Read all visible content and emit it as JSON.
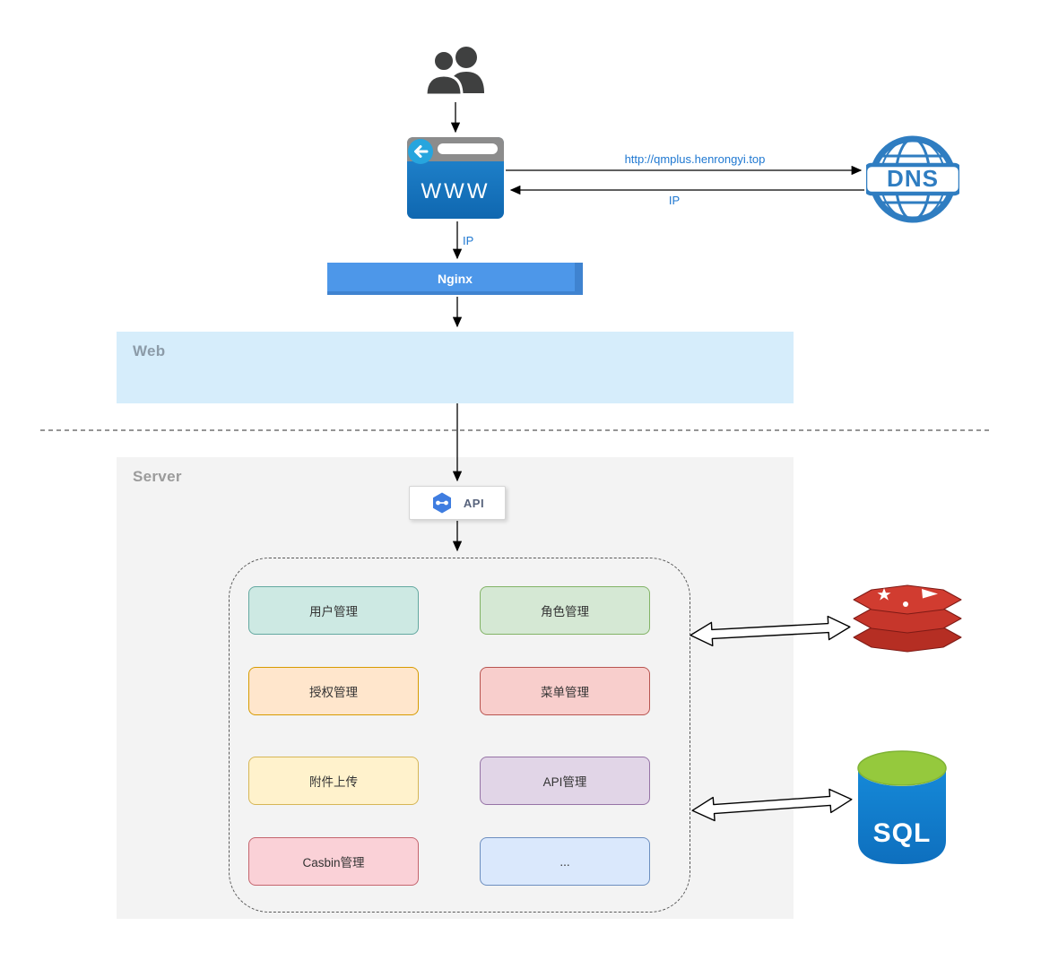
{
  "diagram": {
    "browser": {
      "label": "WWW"
    },
    "dns": {
      "label": "DNS"
    },
    "nginx": {
      "label": "Nginx",
      "fill": "#4d97e9"
    },
    "zones": {
      "web": {
        "label": "Web",
        "fill": "#d6edfb"
      },
      "server": {
        "label": "Server",
        "fill": "#f3f3f3"
      }
    },
    "edge_labels": {
      "dns_request": "http://qmplus.henrongyi.top",
      "dns_response": "IP",
      "browser_to_nginx": "IP"
    },
    "api": {
      "label": "API"
    },
    "modules": [
      {
        "label": "用户管理",
        "fill": "#cde9e3",
        "stroke": "#63a8a0"
      },
      {
        "label": "角色管理",
        "fill": "#d5e8d4",
        "stroke": "#82b366"
      },
      {
        "label": "授权管理",
        "fill": "#ffe6cc",
        "stroke": "#d79b00"
      },
      {
        "label": "菜单管理",
        "fill": "#f8cecc",
        "stroke": "#b85450"
      },
      {
        "label": "附件上传",
        "fill": "#fff2cc",
        "stroke": "#d6b656"
      },
      {
        "label": "API管理",
        "fill": "#e1d5e7",
        "stroke": "#9673a6"
      },
      {
        "label": "Casbin管理",
        "fill": "#fad1d7",
        "stroke": "#c4656e"
      },
      {
        "label": "...",
        "fill": "#dae8fc",
        "stroke": "#6c8ebf"
      }
    ],
    "sql": {
      "label": "SQL"
    },
    "accent_text_color": "#1f78d1"
  }
}
